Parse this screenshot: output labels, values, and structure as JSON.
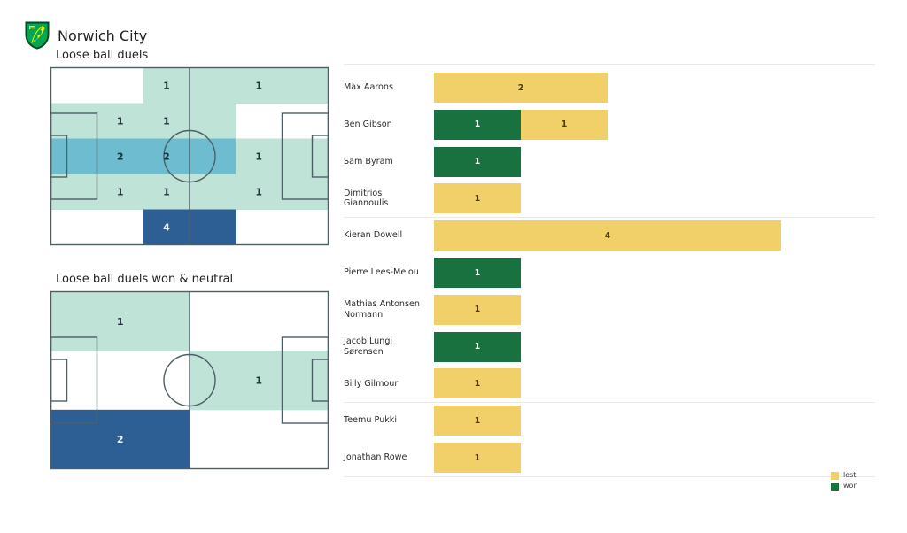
{
  "header": {
    "team": "Norwich City",
    "crest_icon": "norwich-city-crest-icon",
    "crest_colors": {
      "shield_green": "#00a650",
      "stripe_yellow": "#fff200",
      "outline": "#004a25"
    }
  },
  "colors": {
    "lost": "#f1cf69",
    "won": "#1a7140",
    "heat_low": "#bfe3d7",
    "heat_mid": "#6dbccf",
    "heat_high": "#2e5f94",
    "pitch_line": "#4c5f66",
    "separator": "#e9e9e9"
  },
  "pitches": [
    {
      "title": "Loose ball duels",
      "name": "pitch-loose-ball-duels",
      "rows": 5,
      "cols": 6,
      "cells": [
        {
          "row": 0,
          "col": 2,
          "value": "1",
          "level": "low"
        },
        {
          "row": 0,
          "col": 3,
          "value": "",
          "level": "low"
        },
        {
          "row": 0,
          "col": 4,
          "value": "1",
          "level": "low"
        },
        {
          "row": 0,
          "col": 5,
          "value": "",
          "level": "low"
        },
        {
          "row": 1,
          "col": 0,
          "value": "",
          "level": "low"
        },
        {
          "row": 1,
          "col": 1,
          "value": "1",
          "level": "low"
        },
        {
          "row": 1,
          "col": 2,
          "value": "1",
          "level": "low"
        },
        {
          "row": 1,
          "col": 3,
          "value": "",
          "level": "low"
        },
        {
          "row": 2,
          "col": 0,
          "value": "",
          "level": "mid"
        },
        {
          "row": 2,
          "col": 1,
          "value": "2",
          "level": "mid"
        },
        {
          "row": 2,
          "col": 2,
          "value": "2",
          "level": "mid"
        },
        {
          "row": 2,
          "col": 3,
          "value": "",
          "level": "mid"
        },
        {
          "row": 2,
          "col": 4,
          "value": "1",
          "level": "low"
        },
        {
          "row": 2,
          "col": 5,
          "value": "",
          "level": "low"
        },
        {
          "row": 3,
          "col": 0,
          "value": "",
          "level": "low"
        },
        {
          "row": 3,
          "col": 1,
          "value": "1",
          "level": "low"
        },
        {
          "row": 3,
          "col": 2,
          "value": "1",
          "level": "low"
        },
        {
          "row": 3,
          "col": 3,
          "value": "",
          "level": "low"
        },
        {
          "row": 3,
          "col": 4,
          "value": "1",
          "level": "low"
        },
        {
          "row": 3,
          "col": 5,
          "value": "",
          "level": "low"
        },
        {
          "row": 4,
          "col": 2,
          "value": "4",
          "level": "high"
        },
        {
          "row": 4,
          "col": 3,
          "value": "",
          "level": "high"
        }
      ]
    },
    {
      "title": "Loose ball duels won & neutral",
      "name": "pitch-loose-ball-duels-won-neutral",
      "rows": 3,
      "cols": 2,
      "cells": [
        {
          "row": 0,
          "col": 0,
          "value": "1",
          "level": "low"
        },
        {
          "row": 1,
          "col": 1,
          "value": "1",
          "level": "low"
        },
        {
          "row": 2,
          "col": 0,
          "value": "2",
          "level": "high"
        }
      ]
    }
  ],
  "chart_data": {
    "type": "bar",
    "orientation": "horizontal",
    "stacked": true,
    "title": "",
    "xlabel": "",
    "ylabel": "",
    "xlim": [
      0,
      6
    ],
    "grid": false,
    "legend_position": "bottom-right",
    "legend": [
      {
        "label": "lost",
        "color": "#f1cf69"
      },
      {
        "label": "won",
        "color": "#1a7140"
      }
    ],
    "categories": [
      "Max Aarons",
      "Ben Gibson",
      "Sam Byram",
      "Dimitrios Giannoulis",
      "Kieran Dowell",
      "Pierre Lees-Melou",
      "Mathias  Antonsen\nNormann",
      "Jacob  Lungi Sørensen",
      "Billy Gilmour",
      "Teemu Pukki",
      "Jonathan Rowe"
    ],
    "series": [
      {
        "name": "won",
        "values": [
          0,
          1,
          1,
          0,
          0,
          1,
          0,
          1,
          0,
          0,
          0
        ]
      },
      {
        "name": "lost",
        "values": [
          2,
          1,
          0,
          1,
          4,
          0,
          1,
          0,
          1,
          1,
          1
        ]
      }
    ],
    "group_breaks_after": [
      3,
      8
    ],
    "bars": [
      {
        "label": "Max Aarons",
        "segments": [
          {
            "kind": "lost",
            "value": 2
          }
        ]
      },
      {
        "label": "Ben Gibson",
        "segments": [
          {
            "kind": "won",
            "value": 1
          },
          {
            "kind": "lost",
            "value": 1
          }
        ]
      },
      {
        "label": "Sam Byram",
        "segments": [
          {
            "kind": "won",
            "value": 1
          }
        ]
      },
      {
        "label": "Dimitrios Giannoulis",
        "segments": [
          {
            "kind": "lost",
            "value": 1
          }
        ]
      },
      {
        "label": "Kieran Dowell",
        "segments": [
          {
            "kind": "lost",
            "value": 4
          }
        ]
      },
      {
        "label": "Pierre Lees-Melou",
        "segments": [
          {
            "kind": "won",
            "value": 1
          }
        ]
      },
      {
        "label": "Mathias  Antonsen\nNormann",
        "segments": [
          {
            "kind": "lost",
            "value": 1
          }
        ]
      },
      {
        "label": "Jacob  Lungi Sørensen",
        "segments": [
          {
            "kind": "won",
            "value": 1
          }
        ]
      },
      {
        "label": "Billy Gilmour",
        "segments": [
          {
            "kind": "lost",
            "value": 1
          }
        ]
      },
      {
        "label": "Teemu Pukki",
        "segments": [
          {
            "kind": "lost",
            "value": 1
          }
        ]
      },
      {
        "label": "Jonathan Rowe",
        "segments": [
          {
            "kind": "lost",
            "value": 1
          }
        ]
      }
    ]
  }
}
